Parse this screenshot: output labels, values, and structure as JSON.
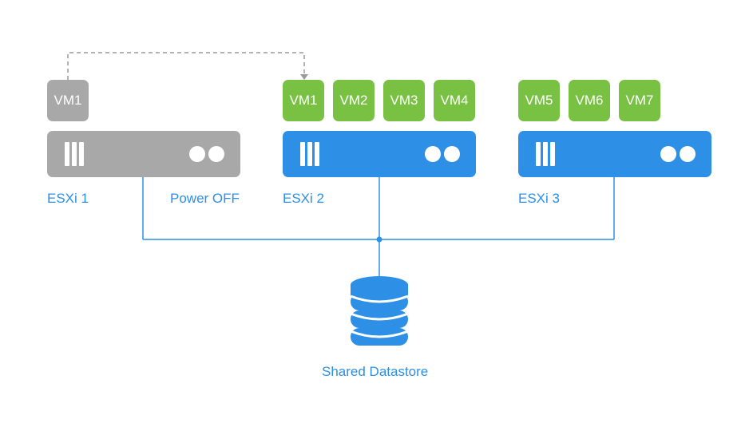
{
  "colors": {
    "vm_active": "#79c143",
    "host_off": "#a8a8a8",
    "host_on": "#2d8fe6",
    "label": "#2d8fe6",
    "connector": "#2d8fe6",
    "migration_arrow": "#9a9a9a"
  },
  "hosts": [
    {
      "label": "ESXi 1",
      "status_label": "Power OFF",
      "state": "off",
      "vms": [
        "VM1"
      ]
    },
    {
      "label": "ESXi 2",
      "state": "on",
      "vms": [
        "VM1",
        "VM2",
        "VM3",
        "VM4"
      ]
    },
    {
      "label": "ESXi 3",
      "state": "on",
      "vms": [
        "VM5",
        "VM6",
        "VM7"
      ]
    }
  ],
  "datastore": {
    "label": "Shared Datastore",
    "icon": "database-icon"
  }
}
